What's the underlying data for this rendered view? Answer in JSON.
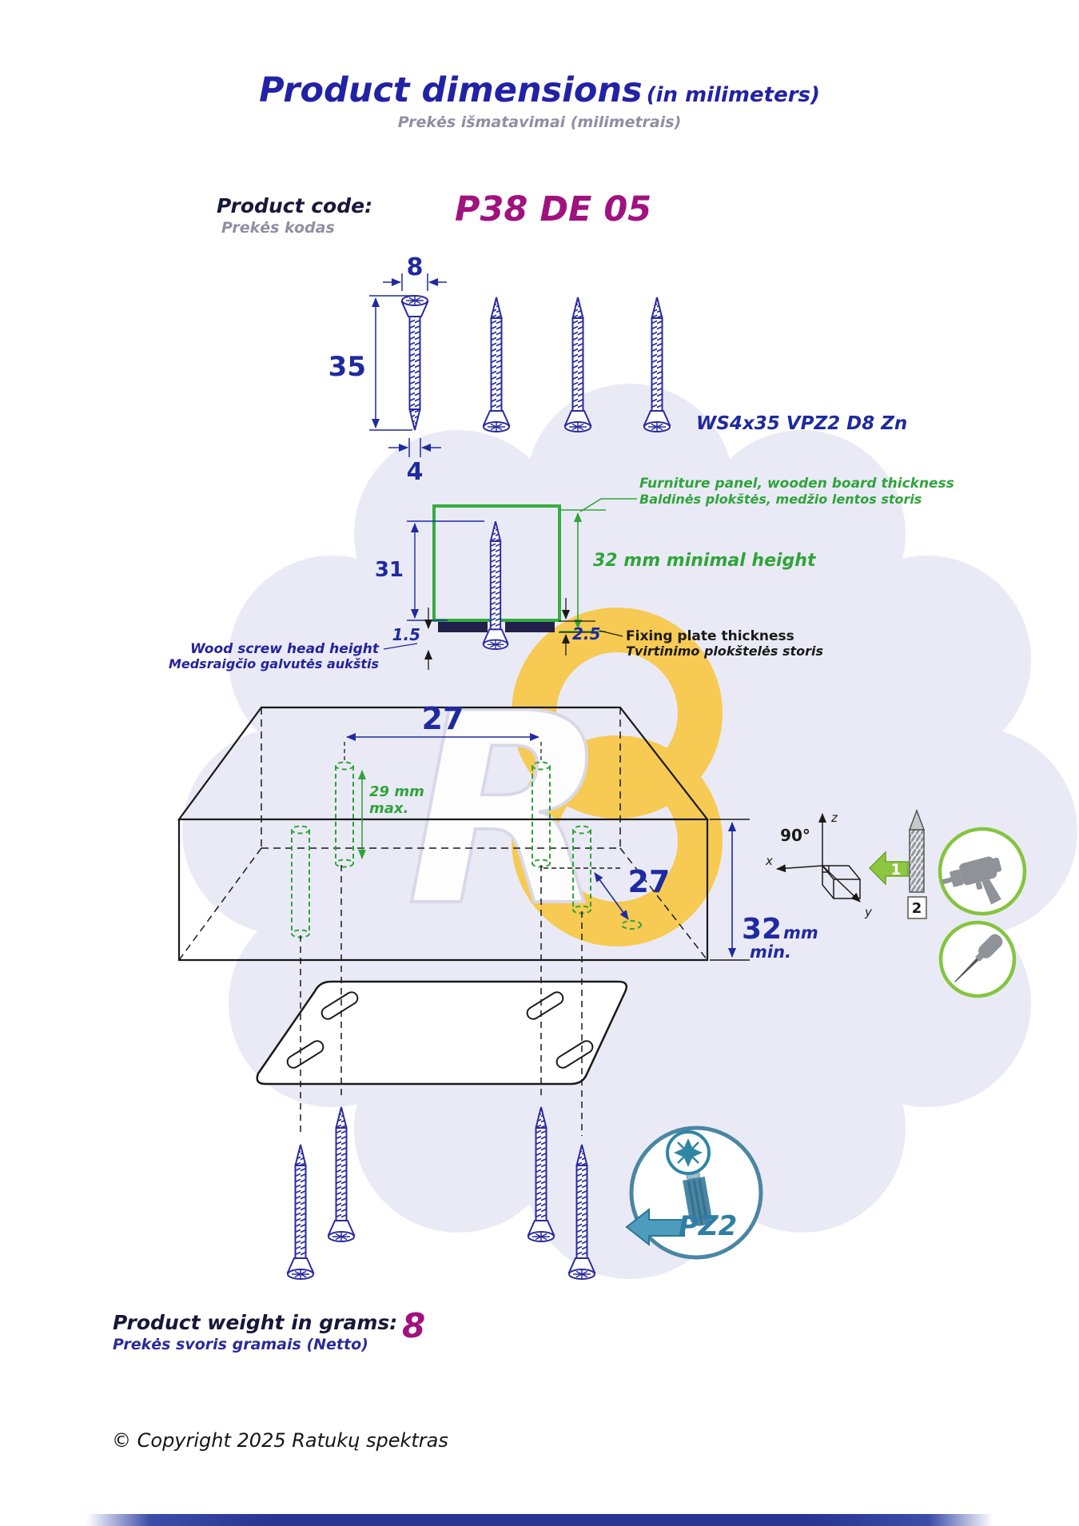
{
  "page": {
    "title": "Product dimensions",
    "title_suffix": "(in milimeters)",
    "subtitle": "Prekės išmatavimai (milimetrais)",
    "copyright": "© Copyright 2025 Ratukų spektras"
  },
  "product": {
    "code_label": "Product code:",
    "code_label_lt": "Prekės kodas",
    "code": "P38 DE 05",
    "spec": "WS4x35 VPZ2 D8 Zn",
    "weight_label": "Product weight in grams:",
    "weight_label_lt": "Prekės svoris gramais (Netto)",
    "weight_value": "8"
  },
  "screw": {
    "head_diameter": "8",
    "length": "35",
    "tip_diameter": "4"
  },
  "section": {
    "depth": "31",
    "min_height": "32 mm minimal height",
    "plate_thickness": "2.5",
    "head_height": "1.5",
    "panel_label_en": "Furniture panel, wooden board thickness",
    "panel_label_lt": "Baldinės plokštės, medžio lentos storis",
    "plate_label_en": "Fixing plate thickness",
    "plate_label_lt": "Tvirtinimo plokštelės storis",
    "head_label_en": "Wood screw head height",
    "head_label_lt": "Medsraigčio galvutės aukštis"
  },
  "board": {
    "spacing_front": "27",
    "spacing_side": "27",
    "depth_max_line1": "29 mm",
    "depth_max_line2": "max.",
    "min_value": "32",
    "min_unit": "mm",
    "min_word": "min.",
    "angle": "90°",
    "axis_x": "x",
    "axis_y": "y",
    "axis_z": "z",
    "step_1": "1",
    "step_2": "2"
  },
  "tools": {
    "bit": "PZ2"
  },
  "watermark": {
    "logo_letter": "R"
  }
}
